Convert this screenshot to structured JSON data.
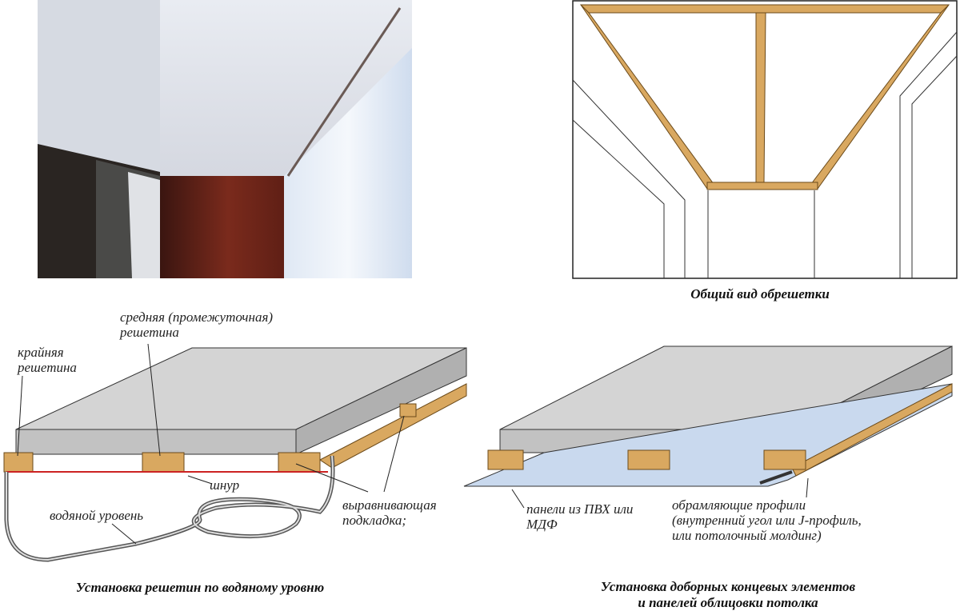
{
  "top_right": {
    "caption": "Общий вид обрешетки"
  },
  "left_diagram": {
    "label_middle_1": "средняя (промежуточная)",
    "label_middle_2": "решетина",
    "label_edge_1": "крайняя",
    "label_edge_2": "решетина",
    "label_cord": "шнур",
    "label_level": "водяной уровень",
    "label_shim_1": "выравнивающая",
    "label_shim_2": "подкладка;",
    "caption": "Установка решетин по водяному уровню"
  },
  "right_diagram": {
    "label_panels_1": "панели из ПВХ или",
    "label_panels_2": "МДФ",
    "label_profiles_1": "обрамляющие профили",
    "label_profiles_2": "(внутренний угол или J-профиль,",
    "label_profiles_3": "или потолочный молдинг)",
    "caption_1": "Установка доборных концевых элементов",
    "caption_2": "и панелей облицовки потолка"
  },
  "colors": {
    "wood": "#d9a860",
    "slab": "#d4d4d4",
    "panel": "#c9d9ee",
    "cord": "#cc2222"
  }
}
